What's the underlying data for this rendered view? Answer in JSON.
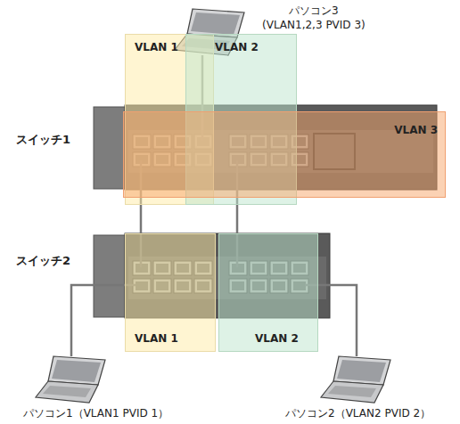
{
  "diagram": {
    "nodes": [
      {
        "text": [
          "スイッチ1"
        ]
      },
      {
        "text": [
          "VLAN 1"
        ]
      },
      {
        "text": [
          "VLAN 2"
        ]
      },
      {
        "text": [
          "VLAN 3"
        ]
      },
      {
        "text": [
          "スイッチ2"
        ]
      },
      {
        "text": [
          "VLAN 1"
        ]
      },
      {
        "text": [
          "VLAN 2"
        ]
      },
      {
        "text": [
          "パソコン3",
          "(VLAN1,2,3 PVID 3)"
        ]
      },
      {
        "text": [
          "パソコン1（VLAN1 PVID 1）"
        ]
      },
      {
        "text": [
          "パソコン2（VLAN2 PVID 2）"
        ]
      }
    ],
    "edges": [
      {
        "from": 7,
        "to": 0,
        "arrow": "none"
      },
      {
        "from": 1,
        "to": 5,
        "arrow": "none"
      },
      {
        "from": 2,
        "to": 6,
        "arrow": "none"
      },
      {
        "from": 5,
        "to": 8,
        "arrow": "none"
      },
      {
        "from": 6,
        "to": 9,
        "arrow": "none"
      }
    ]
  }
}
